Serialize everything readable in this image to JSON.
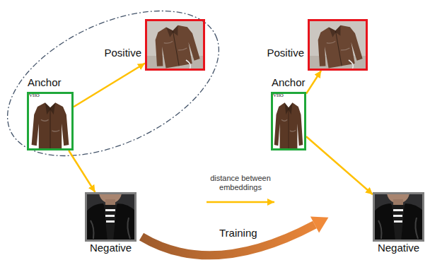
{
  "diagram": {
    "nodes": [
      {
        "text": [
          "Anchor"
        ]
      },
      {
        "text": [
          "Positive"
        ]
      },
      {
        "text": [
          "Negative"
        ]
      },
      {
        "text": [
          "Anchor"
        ]
      },
      {
        "text": [
          "Positive"
        ]
      },
      {
        "text": [
          "Negative"
        ]
      }
    ],
    "edges": [
      {
        "from": 0,
        "to": 1,
        "arrow": "to"
      },
      {
        "from": 0,
        "to": 2,
        "arrow": "to"
      },
      {
        "from": 3,
        "to": 4,
        "arrow": "to"
      },
      {
        "from": 3,
        "to": 5,
        "arrow": "to"
      }
    ],
    "labels": [
      "VIIO",
      "VIIO",
      "Training"
    ],
    "legend": [
      {
        "text": "distance between embeddings"
      }
    ]
  }
}
